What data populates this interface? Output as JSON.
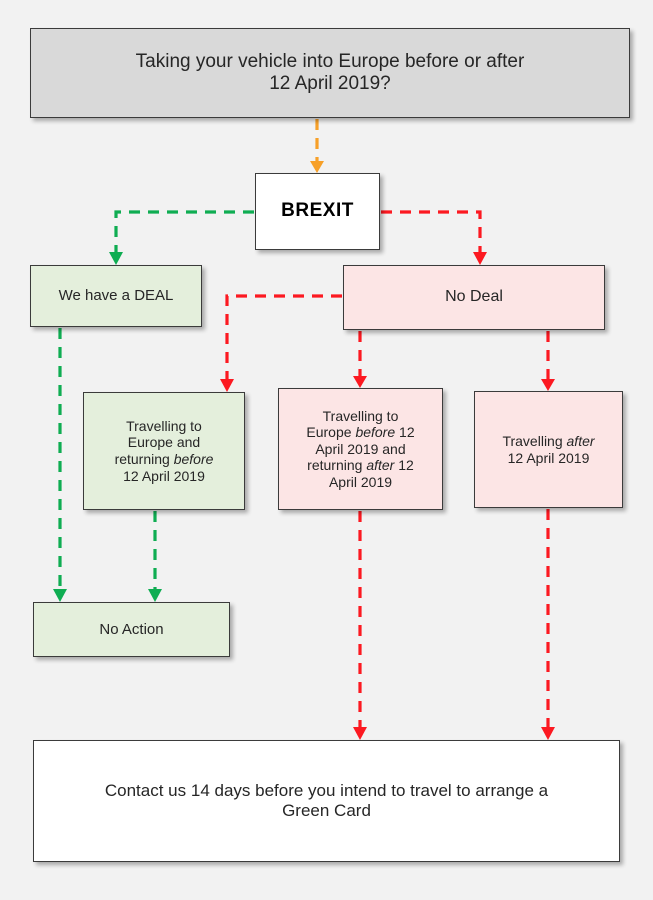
{
  "page": {
    "title": "Taking your vehicle into Europe before or after 12 April 2019",
    "background_color": "#f2f2f2"
  },
  "colors": {
    "header_fill": "#d9d9d9",
    "green_fill": "#e4efdc",
    "pink_fill": "#fce5e5",
    "white_fill": "#ffffff",
    "border": "#3b3b3b",
    "arrow_green": "#0fad52",
    "arrow_red": "#fc1921",
    "arrow_orange": "#f7a028",
    "text": "#262626"
  },
  "nodes": {
    "header": {
      "label": "Taking your vehicle into Europe before or after\n12 April 2019?",
      "fill": "#d9d9d9"
    },
    "brexit": {
      "label": "BREXIT",
      "fill": "#ffffff"
    },
    "deal": {
      "label": "We have a DEAL",
      "fill": "#e4efdc"
    },
    "no_deal": {
      "label": "No Deal",
      "fill": "#fce5e5"
    },
    "green_travel": {
      "line1": "Travelling to",
      "line2": "Europe and",
      "line3_pre": "returning ",
      "line3_em": "before",
      "line4": "12 April 2019",
      "fill": "#e4efdc"
    },
    "pink_travel_1": {
      "line1": "Travelling to",
      "line2_pre": "Europe ",
      "line2_em": "before",
      "line2_post": " 12",
      "line3": "April 2019 and",
      "line4_pre": "returning ",
      "line4_em": "after",
      "line4_post": " 12",
      "line5": "April 2019",
      "fill": "#fce5e5"
    },
    "pink_travel_2": {
      "line1_pre": "Travelling ",
      "line1_em": "after",
      "line2": "12 April 2019",
      "fill": "#fce5e5"
    },
    "no_action": {
      "label": "No Action",
      "fill": "#e4efdc"
    },
    "contact": {
      "label": "Contact us 14 days before you intend to travel to arrange a\nGreen Card",
      "fill": "#ffffff"
    }
  },
  "connectors": [
    {
      "name": "header-to-brexit",
      "color": "#f7a028",
      "style": "dashed",
      "arrowhead": true
    },
    {
      "name": "brexit-to-deal",
      "color": "#0fad52",
      "style": "dashed",
      "arrowhead": true
    },
    {
      "name": "brexit-to-no-deal",
      "color": "#fc1921",
      "style": "dashed",
      "arrowhead": true
    },
    {
      "name": "deal-to-no-action",
      "color": "#0fad52",
      "style": "dashed",
      "arrowhead": true
    },
    {
      "name": "no-deal-to-green-travel",
      "color": "#fc1921",
      "style": "dashed",
      "arrowhead": true
    },
    {
      "name": "no-deal-to-pink-travel-1",
      "color": "#fc1921",
      "style": "dashed",
      "arrowhead": true
    },
    {
      "name": "no-deal-to-pink-travel-2",
      "color": "#fc1921",
      "style": "dashed",
      "arrowhead": true
    },
    {
      "name": "green-travel-to-no-action",
      "color": "#0fad52",
      "style": "dashed",
      "arrowhead": true
    },
    {
      "name": "pink-travel-1-to-contact",
      "color": "#fc1921",
      "style": "dashed",
      "arrowhead": true
    },
    {
      "name": "pink-travel-2-to-contact",
      "color": "#fc1921",
      "style": "dashed",
      "arrowhead": true
    }
  ]
}
